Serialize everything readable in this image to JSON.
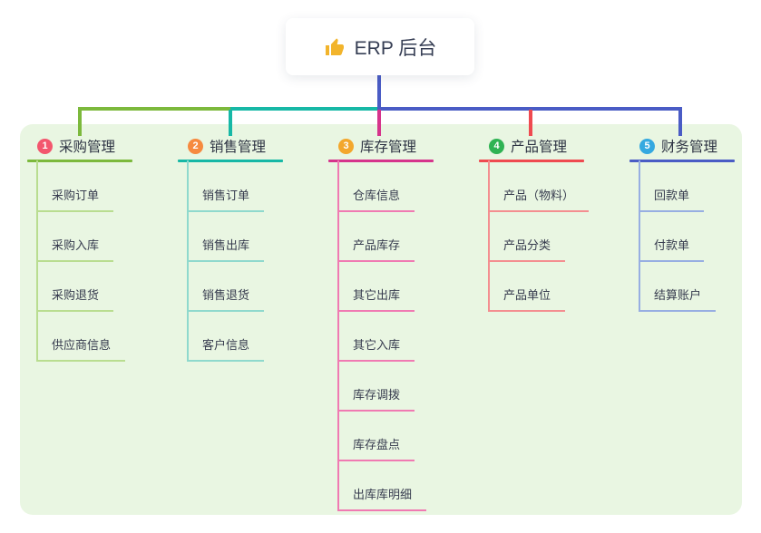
{
  "root": {
    "title": "ERP 后台",
    "icon": "thumbs-up-icon",
    "icon_color": "#f2b42c"
  },
  "trunk_color": "#4a5cc5",
  "panel_color": "#e9f6e2",
  "branches": [
    {
      "index": "1",
      "label": "采购管理",
      "badge_color": "#f3566e",
      "line_color": "#7cb93c",
      "child_line_color": "#b9dd90",
      "children": [
        "采购订单",
        "采购入库",
        "采购退货",
        "供应商信息"
      ]
    },
    {
      "index": "2",
      "label": "销售管理",
      "badge_color": "#f68a3f",
      "line_color": "#17b8a6",
      "child_line_color": "#8fd9cd",
      "children": [
        "销售订单",
        "销售出库",
        "销售退货",
        "客户信息"
      ]
    },
    {
      "index": "3",
      "label": "库存管理",
      "badge_color": "#f3a72c",
      "line_color": "#d6348c",
      "child_line_color": "#f07ab2",
      "children": [
        "仓库信息",
        "产品库存",
        "其它出库",
        "其它入库",
        "库存调拨",
        "库存盘点",
        "出库库明细"
      ]
    },
    {
      "index": "4",
      "label": "产品管理",
      "badge_color": "#2fb353",
      "line_color": "#ef4a50",
      "child_line_color": "#f48e90",
      "children": [
        "产品（物料）",
        "产品分类",
        "产品单位"
      ]
    },
    {
      "index": "5",
      "label": "财务管理",
      "badge_color": "#35a9e0",
      "line_color": "#4a5cc5",
      "child_line_color": "#97aee2",
      "children": [
        "回款单",
        "付款单",
        "结算账户"
      ]
    }
  ]
}
